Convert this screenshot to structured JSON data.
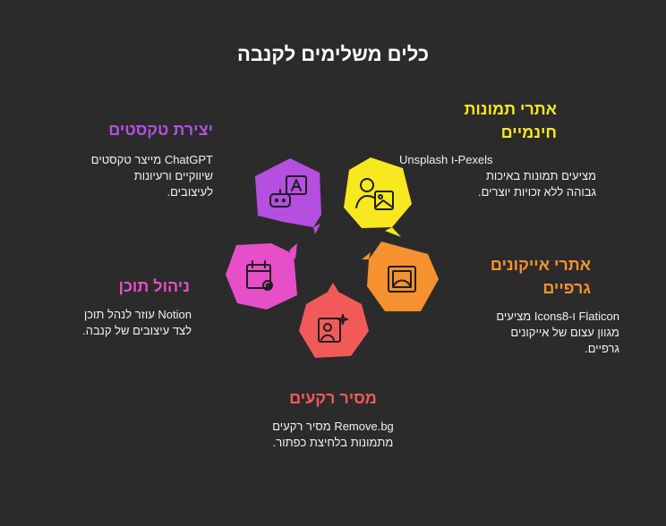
{
  "title": "כלים משלימים לקנבה",
  "colors": {
    "background": "#2b2b2b",
    "yellow": "#f7e81f",
    "purple": "#b44fe0",
    "pink": "#e64fc8",
    "orange": "#f5922f",
    "red": "#f25a5a"
  },
  "items": [
    {
      "id": "free-images",
      "heading_line1": "אתרי תמונות",
      "heading_line2": "חינמיים",
      "desc_line1": "Unsplash ו-Pexels",
      "desc_line2": "מציעים תמונות באיכות",
      "desc_line3": "גבוהה ללא זכויות יוצרים.",
      "icon": "person-image-icon",
      "color": "#f7e81f"
    },
    {
      "id": "text-creation",
      "heading_line1": "יצירת טקסטים",
      "desc_line1": "ChatGPT מייצר טקסטים",
      "desc_line2": "שיווקיים ורעיונות",
      "desc_line3": "לעיצובים.",
      "icon": "robot-text-icon",
      "color": "#b44fe0"
    },
    {
      "id": "icons-graphics",
      "heading_line1": "אתרי אייקונים",
      "heading_line2": "גרפיים",
      "desc_line1": "Flaticon ו-Icons8 מציעים",
      "desc_line2": "מגוון עצום של אייקונים",
      "desc_line3": "גרפיים.",
      "icon": "image-frame-icon",
      "color": "#f5922f"
    },
    {
      "id": "content-management",
      "heading_line1": "ניהול תוכן",
      "desc_line1": "Notion עוזר לנהל תוכן",
      "desc_line2": "לצד עיצובים של קנבה.",
      "icon": "calendar-gear-icon",
      "color": "#e64fc8"
    },
    {
      "id": "background-remover",
      "heading_line1": "מסיר רקעים",
      "desc_line1": "Remove.bg מסיר רקעים",
      "desc_line2": "מתמונות בלחיצת כפתור.",
      "icon": "portrait-sparkle-icon",
      "color": "#f25a5a"
    }
  ]
}
